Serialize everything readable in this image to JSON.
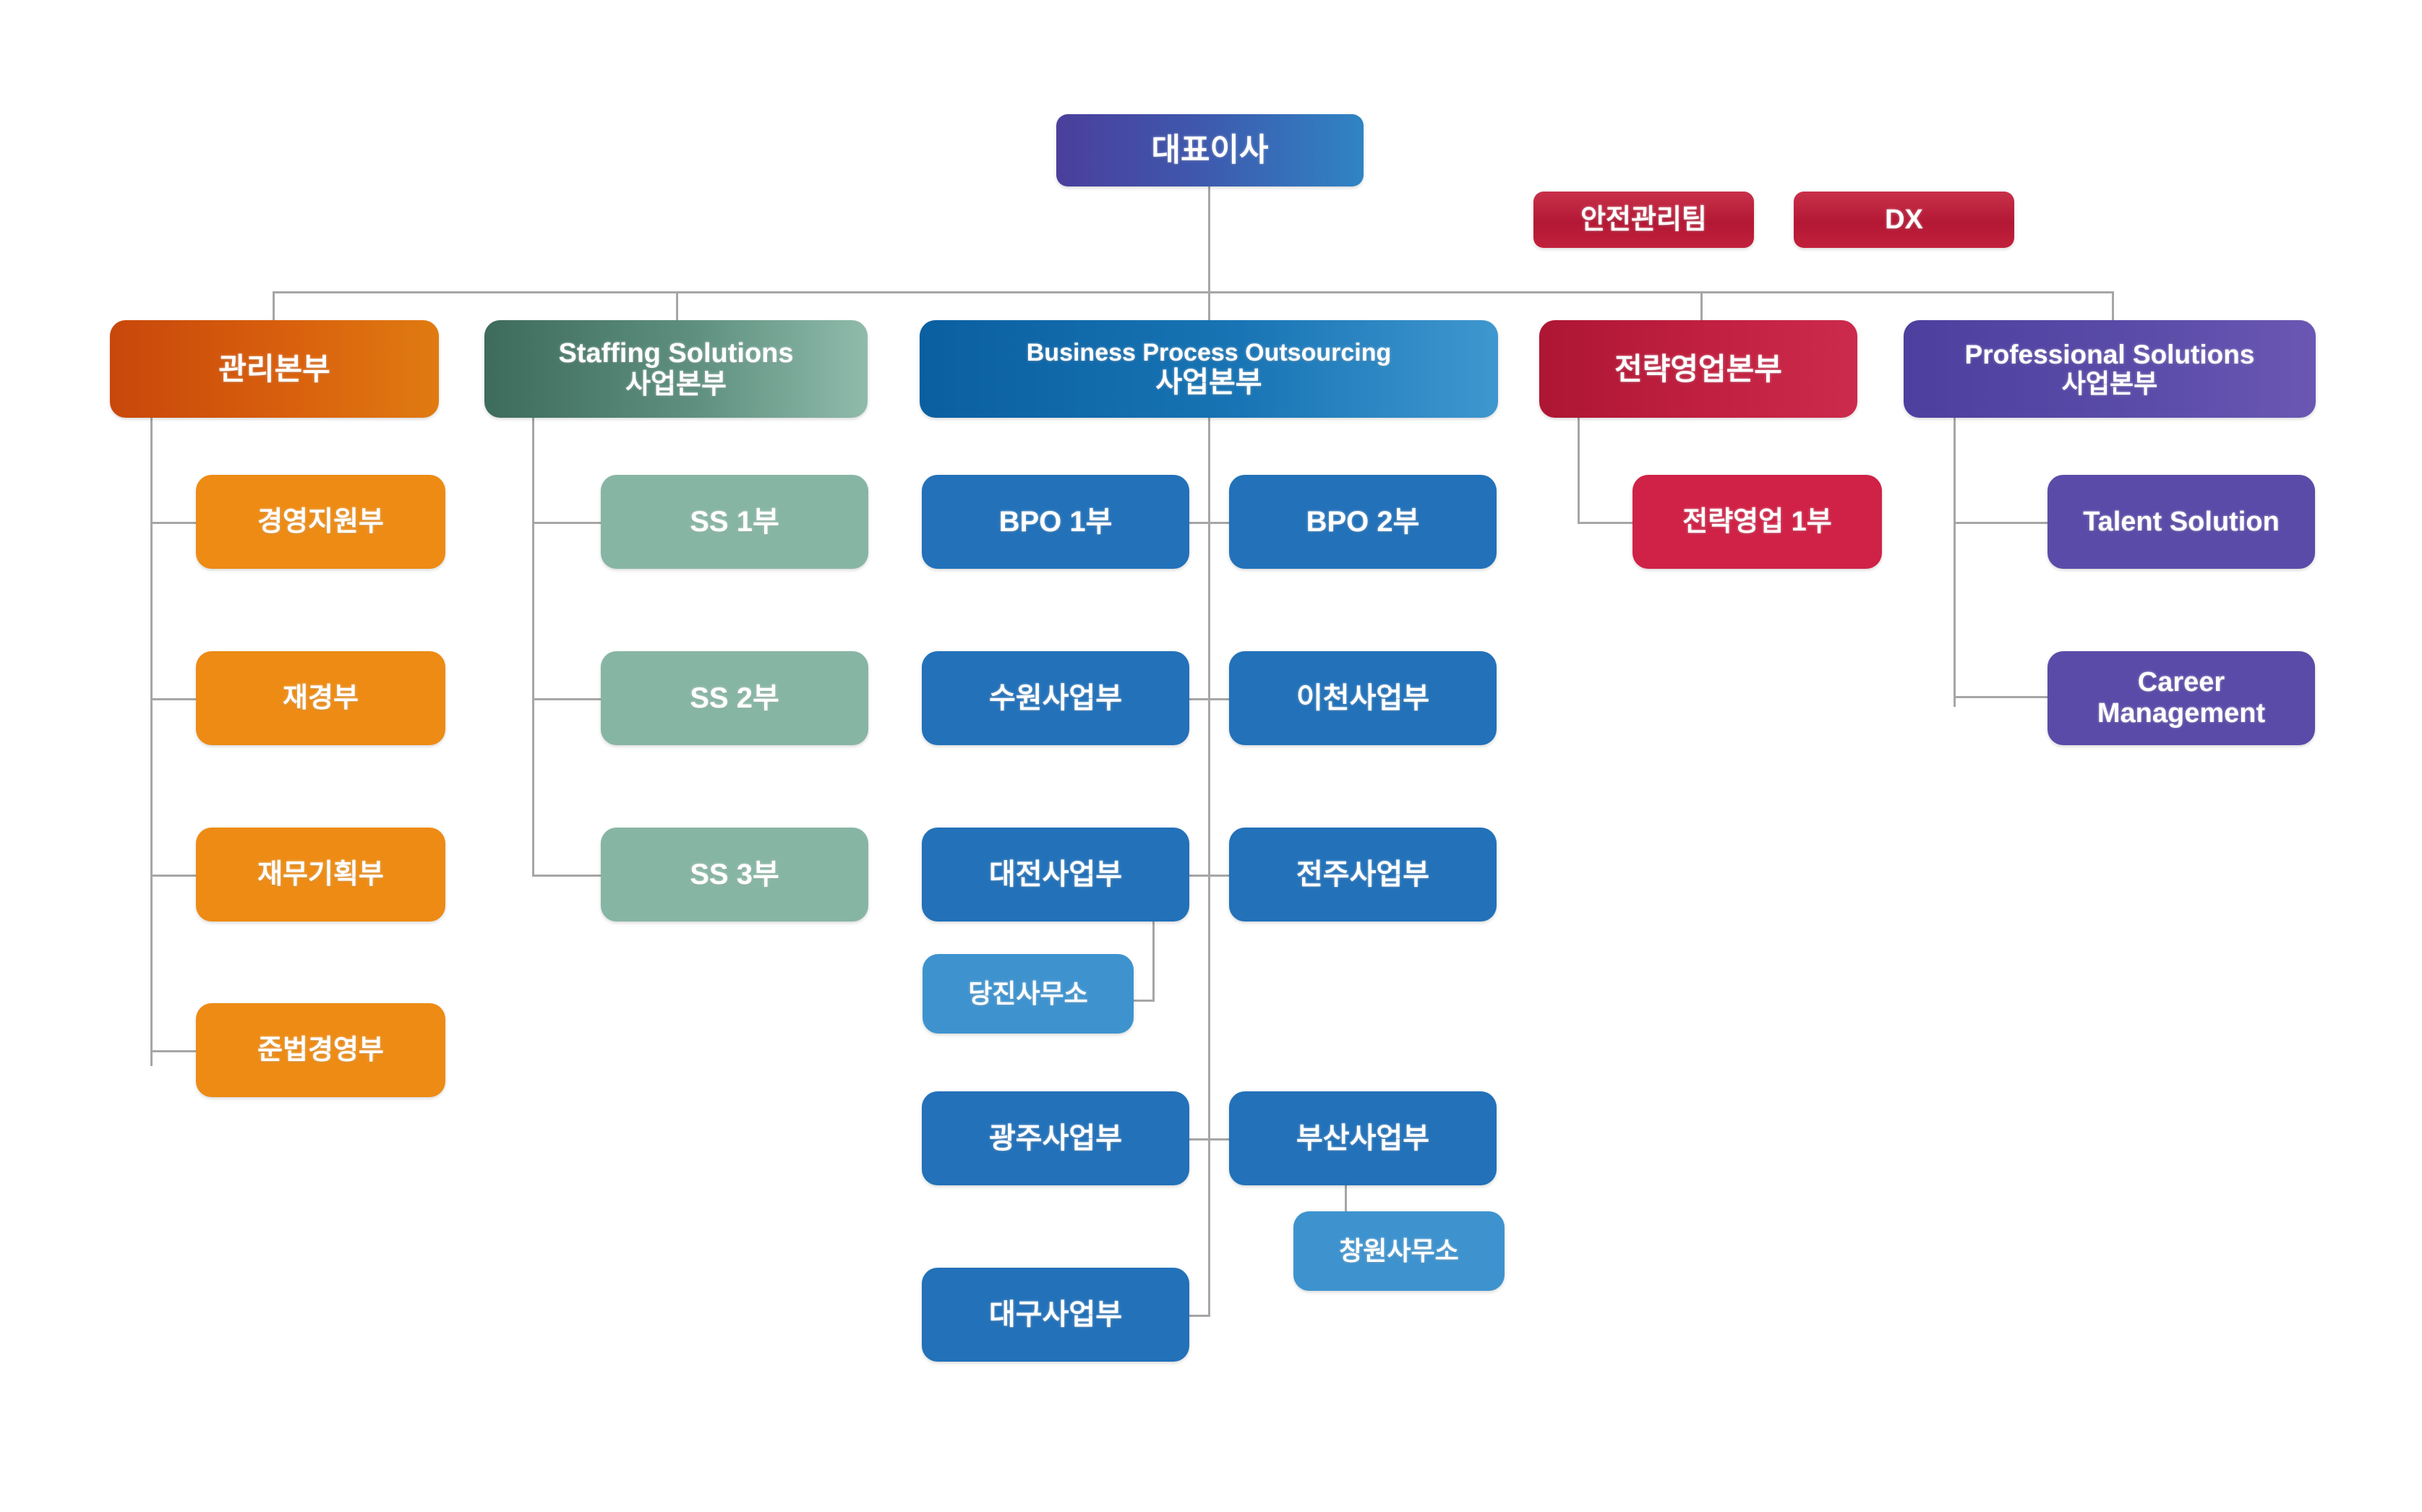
{
  "chart_type": "organization-chart",
  "root": {
    "label": "대표이사"
  },
  "staff_units": [
    {
      "label": "안전관리팀"
    },
    {
      "label": "DX"
    }
  ],
  "divisions": [
    {
      "key": "management",
      "label_line1": "관리본부",
      "label_line2": "",
      "color": "#d9600d",
      "children": [
        {
          "label": "경영지원부"
        },
        {
          "label": "재경부"
        },
        {
          "label": "재무기획부"
        },
        {
          "label": "준법경영부"
        }
      ]
    },
    {
      "key": "staffing-solutions",
      "label_line1": "Staffing Solutions",
      "label_line2": "사업본부",
      "color": "#5f907f",
      "children": [
        {
          "label": "SS 1부"
        },
        {
          "label": "SS 2부"
        },
        {
          "label": "SS 3부"
        }
      ]
    },
    {
      "key": "bpo",
      "label_line1": "Business Process Outsourcing",
      "label_line2": "사업본부",
      "color": "#1874b4",
      "children": [
        {
          "label": "BPO 1부"
        },
        {
          "label": "BPO 2부"
        },
        {
          "label": "수원사업부"
        },
        {
          "label": "이천사업부"
        },
        {
          "label": "대전사업부"
        },
        {
          "label": "전주사업부"
        },
        {
          "label": "광주사업부"
        },
        {
          "label": "부산사업부"
        },
        {
          "label": "대구사업부"
        }
      ],
      "sub_offices": [
        {
          "label": "당진사무소",
          "parent": "대전사업부"
        },
        {
          "label": "창원사무소",
          "parent": "부산사업부"
        }
      ]
    },
    {
      "key": "strategic-sales",
      "label_line1": "전략영업본부",
      "label_line2": "",
      "color": "#c22040",
      "children": [
        {
          "label": "전략영업 1부"
        }
      ]
    },
    {
      "key": "professional-solutions",
      "label_line1": "Professional Solutions",
      "label_line2": "사업본부",
      "color": "#5a4ba8",
      "children": [
        {
          "label": "Talent Solution"
        },
        {
          "label": "Career Management"
        }
      ]
    }
  ],
  "career_management": {
    "line1": "Career",
    "line2": "Management"
  }
}
